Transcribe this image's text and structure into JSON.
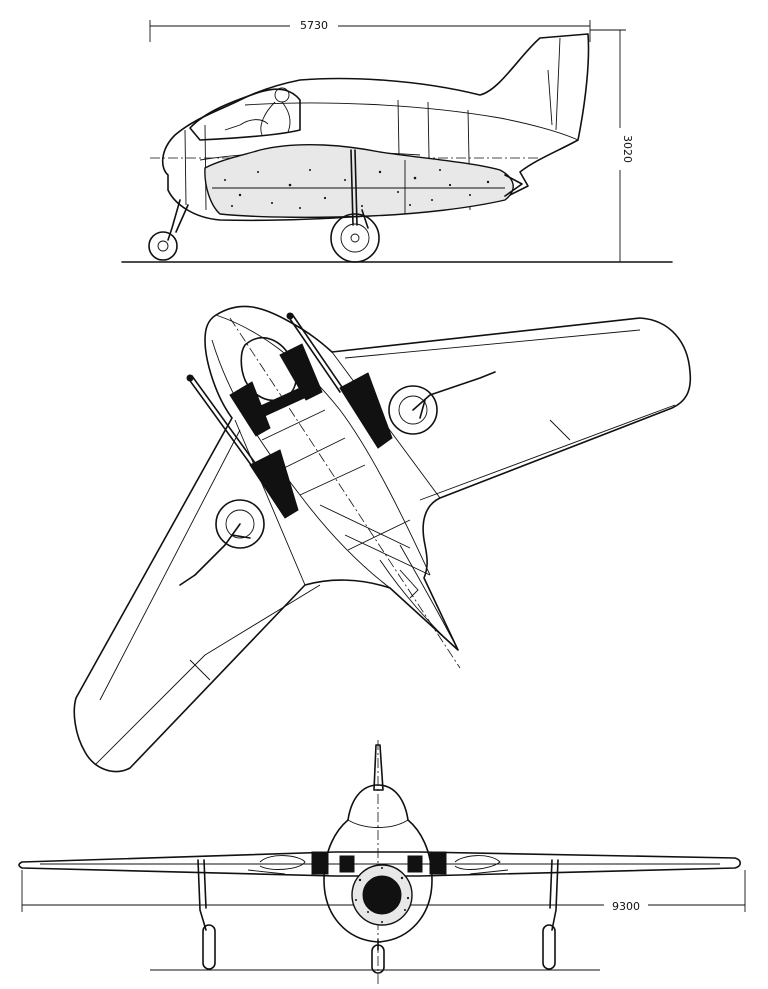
{
  "dimensions": {
    "length": "5730",
    "height": "3020",
    "span": "9300"
  },
  "colors": {
    "line": "#111111",
    "background": "#ffffff",
    "fill_solid": "#111111",
    "fill_speckle": "#e8e8e8"
  }
}
